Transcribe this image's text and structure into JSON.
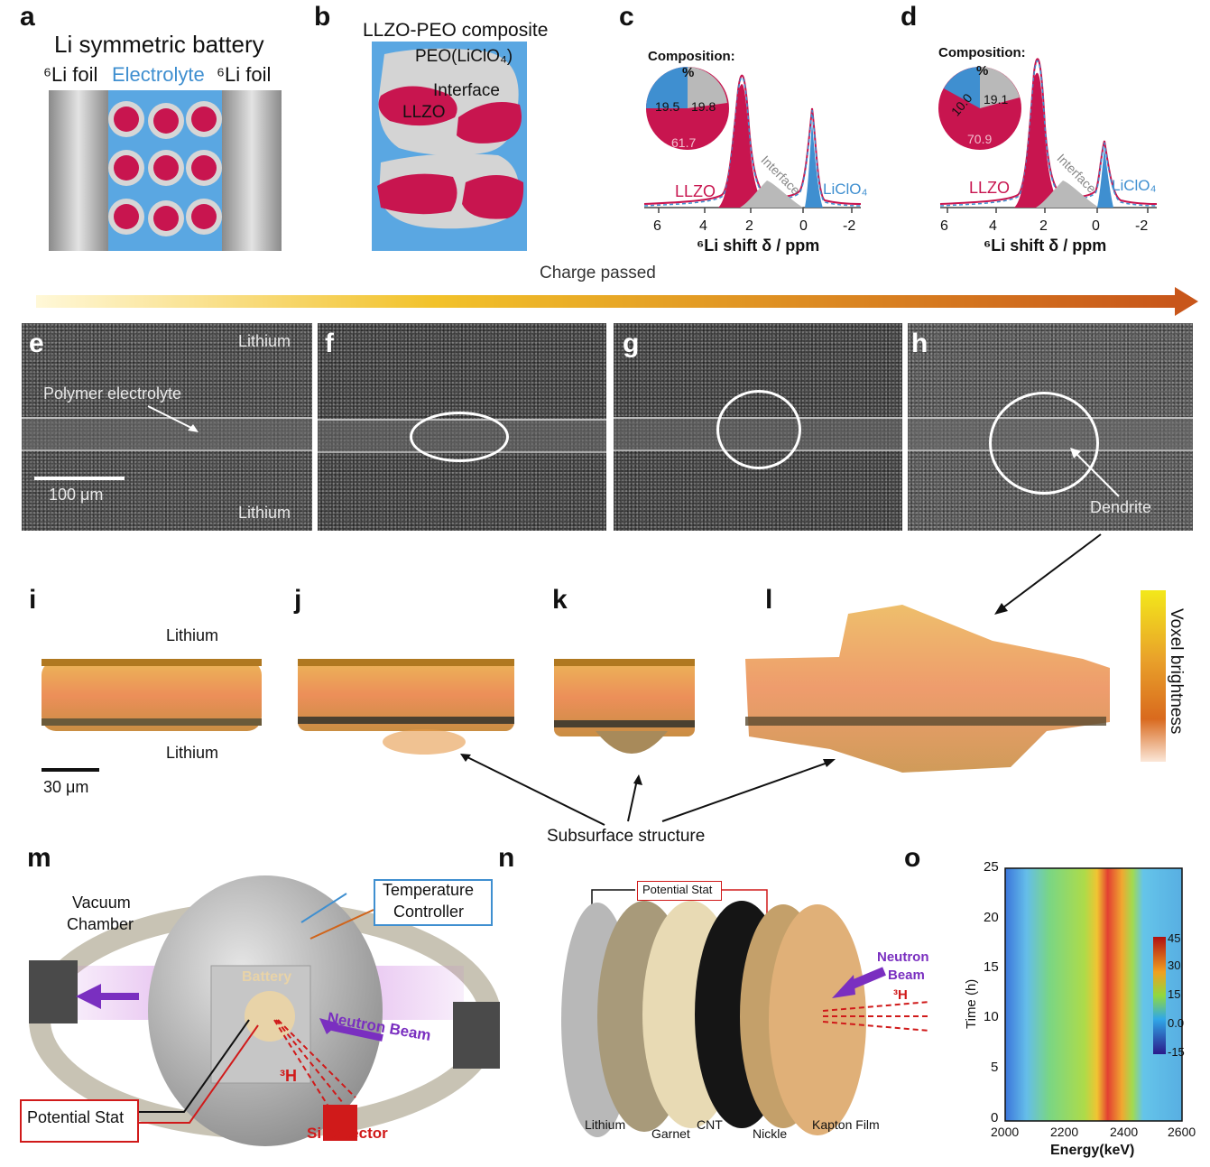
{
  "panels": {
    "a": {
      "label": "a",
      "title": "Li symmetric battery",
      "left_foil": "⁶Li foil",
      "electrolyte": "Electrolyte",
      "right_foil": "⁶Li foil"
    },
    "b": {
      "label": "b",
      "title": "LLZO-PEO composite",
      "peo": "PEO(LiClO₄)",
      "interface": "Interface",
      "llzo": "LLZO"
    },
    "c": {
      "label": "c",
      "composition_title": "Composition:",
      "composition_unit": "%",
      "values": [
        "19.5",
        "19.8",
        "61.7"
      ],
      "peak_llzo": "LLZO",
      "peak_interface": "Interface",
      "peak_liclo4": "LiClO₄",
      "xticks": [
        "6",
        "4",
        "2",
        "0",
        "-2"
      ],
      "xlabel": "⁶Li shift δ / ppm"
    },
    "d": {
      "label": "d",
      "composition_title": "Composition:",
      "composition_unit": "%",
      "values": [
        "10.0",
        "19.1",
        "70.9"
      ],
      "peak_llzo": "LLZO",
      "peak_interface": "Interface",
      "peak_liclo4": "LiClO₄",
      "xticks": [
        "6",
        "4",
        "2",
        "0",
        "-2"
      ],
      "xlabel": "⁶Li shift δ / ppm"
    },
    "arrow_label": "Charge passed",
    "e": {
      "label": "e",
      "lithium_top": "Lithium",
      "polymer": "Polymer electrolyte",
      "scale": "100 μm",
      "lithium_bottom": "Lithium"
    },
    "f": {
      "label": "f"
    },
    "g": {
      "label": "g"
    },
    "h": {
      "label": "h",
      "dendrite": "Dendrite"
    },
    "i": {
      "label": "i",
      "lithium_top": "Lithium",
      "lithium_bottom": "Lithium",
      "scale": "30 μm"
    },
    "j": {
      "label": "j"
    },
    "k": {
      "label": "k"
    },
    "l": {
      "label": "l",
      "colorbar": "Voxel brightness"
    },
    "subsurface": "Subsurface structure",
    "m": {
      "label": "m",
      "vacuum": "Vacuum",
      "chamber": "Chamber",
      "temp1": "Temperature",
      "temp2": "Controller",
      "battery": "Battery",
      "beam": "Neutron Beam",
      "tritium": "³H",
      "detector": "Si Detector",
      "potential": "Potential Stat"
    },
    "n": {
      "label": "n",
      "potential": "Potential Stat",
      "beam1": "Neutron",
      "beam2": "Beam",
      "tritium": "³H",
      "layers": [
        "Lithium",
        "Garnet",
        "CNT",
        "Nickle",
        "Kapton Film"
      ]
    },
    "o": {
      "label": "o",
      "ylabel": "Time (h)",
      "xlabel": "Energy(keV)",
      "yticks": [
        "0",
        "5",
        "10",
        "15",
        "20",
        "25"
      ],
      "xticks": [
        "2000",
        "2200",
        "2400",
        "2600"
      ],
      "cbar_ticks": [
        "45",
        "30",
        "15",
        "0.0",
        "-15"
      ]
    }
  },
  "colors": {
    "llzo": "#c8154f",
    "interface": "#b9b9b9",
    "liclo4": "#3f8fd0",
    "electrolyte": "#5aa7e2",
    "arrow_start": "#fff3c0",
    "arrow_end": "#d0641a"
  }
}
